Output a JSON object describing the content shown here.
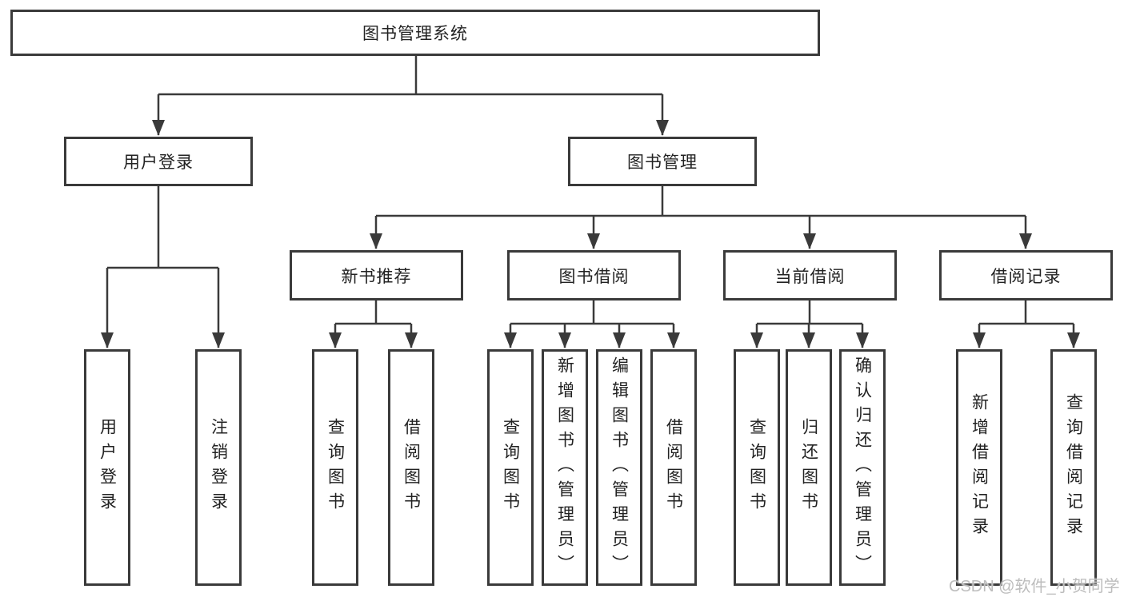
{
  "tree": {
    "root": "图书管理系统",
    "level2": [
      "用户登录",
      "图书管理"
    ],
    "level3": [
      "新书推荐",
      "图书借阅",
      "当前借阅",
      "借阅记录"
    ],
    "leafGroups": [
      {
        "parent": "用户登录",
        "items": [
          "用户登录",
          "注销登录"
        ]
      },
      {
        "parent": "新书推荐",
        "items": [
          "查询图书",
          "借阅图书"
        ]
      },
      {
        "parent": "图书借阅",
        "items": [
          "查询图书",
          "新增图书（管理员）",
          "编辑图书（管理员）",
          "借阅图书"
        ]
      },
      {
        "parent": "当前借阅",
        "items": [
          "查询图书",
          "归还图书",
          "确认归还（管理员）"
        ]
      },
      {
        "parent": "借阅记录",
        "items": [
          "新增借阅记录",
          "查询借阅记录"
        ]
      }
    ]
  },
  "watermark": "CSDN @软件_小贺同学",
  "colors": {
    "line": "#3a3a3a",
    "text": "#222222",
    "background": "#ffffff",
    "watermark": "#bdbdbd"
  }
}
